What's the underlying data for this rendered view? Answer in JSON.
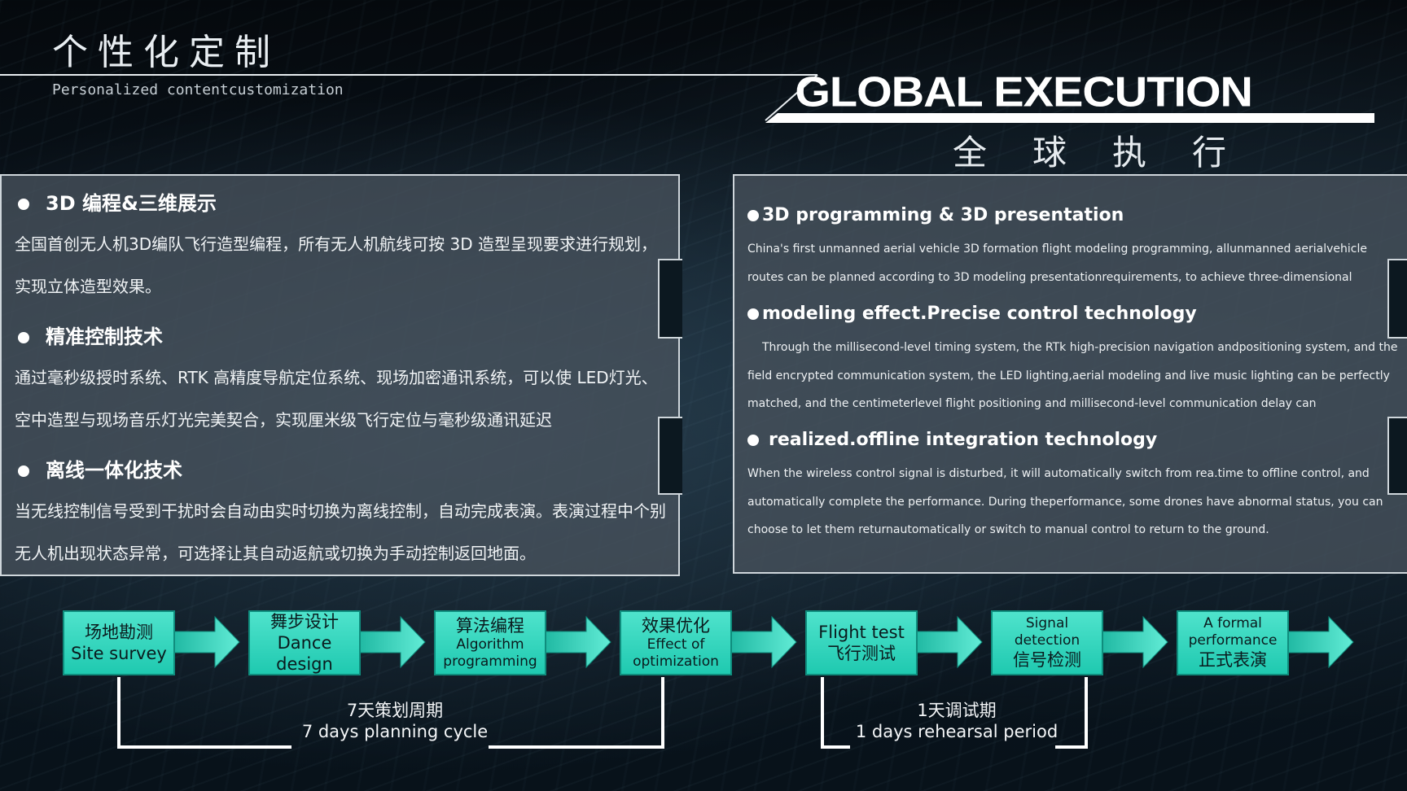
{
  "header": {
    "title_cn": "个性化定制",
    "title_en": "Personalized contentcustomization",
    "global_en": "GLOBAL EXECUTION",
    "global_cn": "全球执行"
  },
  "left_panel": {
    "sections": [
      {
        "heading": "3D 编程&三维展示",
        "text": "全国首创无人机3D编队飞行造型编程，所有无人机航线可按 3D 造型呈现要求进行规划，实现立体造型效果。"
      },
      {
        "heading": "精准控制技术",
        "text": "通过毫秒级授时系统、RTK 高精度导航定位系统、现场加密通讯系统，可以使 LED灯光、空中造型与现场音乐灯光完美契合，实现厘米级飞行定位与毫秒级通讯延迟"
      },
      {
        "heading": "离线一体化技术",
        "text": "当无线控制信号受到干扰时会自动由实时切换为离线控制，自动完成表演。表演过程中个别无人机出现状态异常，可选择让其自动返航或切换为手动控制返回地面。"
      }
    ]
  },
  "right_panel": {
    "sections": [
      {
        "heading": "3D programming & 3D presentation",
        "text": "China's first unmanned aerial vehicle 3D formation flight modeling programming, allunmanned aerialvehicle routes can be planned according to 3D modeling presentationrequirements, to achieve three-dimensional"
      },
      {
        "heading": "modeling effect.Precise control technology",
        "text": "Through the millisecond-level timing system, the RTk high-precision navigation andpositioning system, and the field encrypted communication system, the LED lighting,aerial modeling and live music lighting can be perfectly matched, and the centimeterlevel flight positioning and millisecond-level communication delay can"
      },
      {
        "heading": "realized.offline integration technology",
        "text": "When the wireless control signal is disturbed, it will automatically switch from rea.time to offline control, and automatically complete the performance. During theperformance, some drones have abnormal status, you can choose to let them returnautomatically or switch to manual control to return to the ground."
      }
    ]
  },
  "flow": {
    "steps": [
      {
        "line1": "场地勘测",
        "line2": "Site survey",
        "line3": ""
      },
      {
        "line1": "舞步设计",
        "line2": "Dance design",
        "line3": ""
      },
      {
        "line1": "算法编程",
        "line2": "Algorithm",
        "line3": "programming"
      },
      {
        "line1": "效果优化",
        "line2": "Effect of",
        "line3": "optimization"
      },
      {
        "line1": "Flight test",
        "line2": "飞行测试",
        "line3": ""
      },
      {
        "line1": "Signal",
        "line2": "detection",
        "line3": "信号检测"
      },
      {
        "line1": "A formal",
        "line2": "performance",
        "line3": "正式表演"
      }
    ],
    "period_planning_cn": "7天策划周期",
    "period_planning_en": "7 days planning cycle",
    "period_rehearsal_cn": "1天调试期",
    "period_rehearsal_en": "1 days rehearsal period"
  },
  "colors": {
    "accent": "#2fd6bd",
    "panel": "#48525c",
    "background": "#08121a"
  }
}
